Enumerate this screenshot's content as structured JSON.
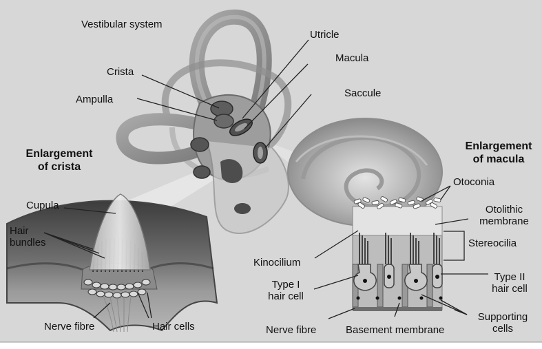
{
  "labels": {
    "vestibular_system": "Vestibular system",
    "crista": "Crista",
    "ampulla": "Ampulla",
    "utricle": "Utricle",
    "macula": "Macula",
    "saccule": "Saccule",
    "enlargement_crista_line1": "Enlargement",
    "enlargement_crista_line2": "of crista",
    "enlargement_macula_line1": "Enlargement",
    "enlargement_macula_line2": "of macula",
    "cupula": "Cupula",
    "hair_bundles_line1": "Hair",
    "hair_bundles_line2": "bundles",
    "nerve_fibre_left": "Nerve fibre",
    "hair_cells": "Hair cells",
    "otoconia": "Otoconia",
    "otolithic_line1": "Otolithic",
    "otolithic_line2": "membrane",
    "stereocilia": "Stereocilia",
    "kinocilium": "Kinocilium",
    "type1_line1": "Type I",
    "type1_line2": "hair cell",
    "type2_line1": "Type II",
    "type2_line2": "hair cell",
    "nerve_fibre_right": "Nerve fibre",
    "basement_membrane": "Basement membrane",
    "supporting_line1": "Supporting",
    "supporting_line2": "cells"
  },
  "colors": {
    "background": "#d7d7d7",
    "tissue_dark": "#5f5f5f",
    "tissue_mid": "#8e8e8e",
    "tissue_light": "#c4c4c4",
    "leader_line": "#222222"
  }
}
